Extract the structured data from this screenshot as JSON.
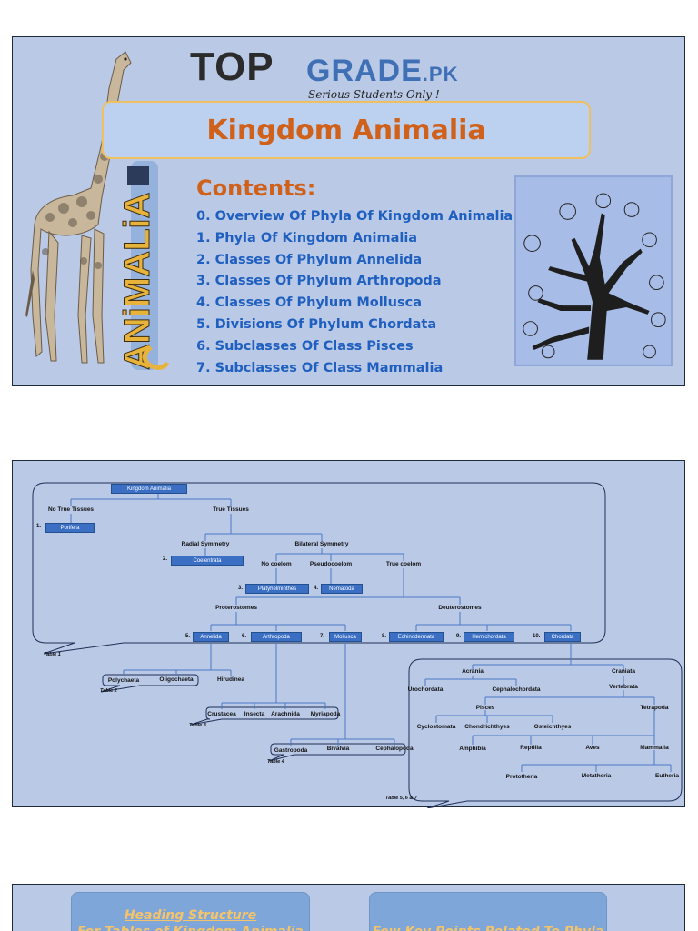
{
  "slide1": {
    "logo": {
      "top": "TOP",
      "grade": "GRADE",
      "pk": ".PK",
      "tagline": "Serious Students Only !"
    },
    "title": "Kingdom Animalia",
    "contents_heading": "Contents:",
    "contents": [
      "0. Overview Of Phyla Of Kingdom Animalia",
      "1. Phyla Of Kingdom Animalia",
      "2. Classes Of Phylum Annelida",
      "3. Classes Of Phylum Arthropoda",
      "4. Classes Of Phylum Mollusca",
      "5. Divisions Of Phylum Chordata",
      "6. Subclasses Of Class Pisces",
      "7. Subclasses Of Class Mammalia"
    ],
    "animalia_art_text": "ANiMALiA"
  },
  "slide2": {
    "root": "Kingdom Animalia",
    "no_true_tissues": "No True Tissues",
    "true_tissues": "True Tissues",
    "radial_symmetry": "Radial Symmetry",
    "bilateral_symmetry": "Bilateral Symmetry",
    "no_coelom": "No coelom",
    "pseudocoelom": "Pseudocoelom",
    "true_coelom": "True coelom",
    "protostomes": "Proterostomes",
    "deuterostomes": "Deuterostomes",
    "phyla": [
      {
        "num": "1.",
        "name": "Porifera"
      },
      {
        "num": "2.",
        "name": "Coelentrata"
      },
      {
        "num": "3.",
        "name": "Platyhelminthes"
      },
      {
        "num": "4.",
        "name": "Nematoda"
      },
      {
        "num": "5.",
        "name": "Annelida"
      },
      {
        "num": "6.",
        "name": "Arthropoda"
      },
      {
        "num": "7.",
        "name": "Mollusca"
      },
      {
        "num": "8.",
        "name": "Echinodermata"
      },
      {
        "num": "9.",
        "name": "Hemichordata"
      },
      {
        "num": "10.",
        "name": "Chordata"
      }
    ],
    "table1_caption": "Table 1",
    "annelida_classes": [
      "Polychaeta",
      "Oligochaeta",
      "Hirudinea"
    ],
    "table2_caption": "Table 2",
    "arthropoda_classes": [
      "Crustacea",
      "Insecta",
      "Arachnida",
      "Myriapoda"
    ],
    "table3_caption": "Table 3",
    "mollusca_classes": [
      "Gastropoda",
      "Bivalvia",
      "Cephalopoda"
    ],
    "table4_caption": "Table 4",
    "chordata": {
      "acrania": "Acrania",
      "craniata": "Craniata",
      "urochordata": "Urochordata",
      "cephalochordata": "Cephalochordata",
      "vertebrata": "Vertebrata",
      "pisces": "Pisces",
      "tetrapoda": "Tetrapoda",
      "cyclostomata": "Cyclostomata",
      "chondrichthyes": "Chondrichthyes",
      "osteichthyes": "Osteichthyes",
      "amphibia": "Amphibia",
      "reptilia": "Reptilia",
      "aves": "Aves",
      "mammalia": "Mammalia",
      "prototheria": "Prototheria",
      "metatheria": "Metatheria",
      "eutheria": "Eutheria"
    },
    "table567_caption": "Table 5, 6 & 7"
  },
  "slide3": {
    "box1_line1": "Heading Structure",
    "box1_line2": "For Tables of Kingdom Animalia",
    "box2_line1": "Few Key Points Related To Phyla"
  }
}
